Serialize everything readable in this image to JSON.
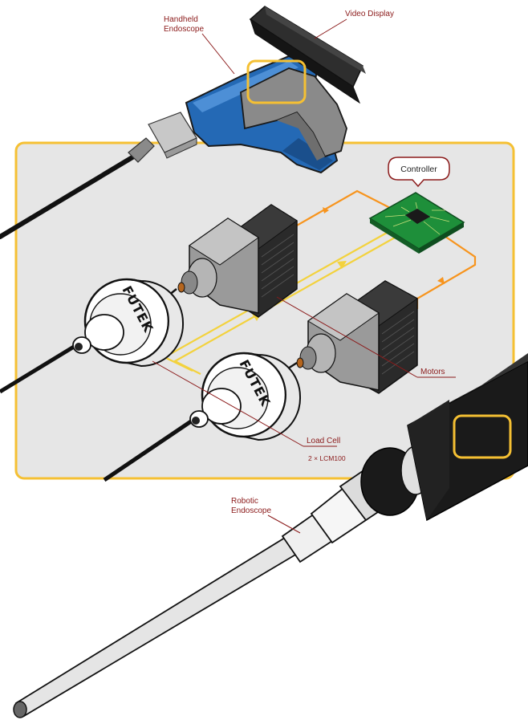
{
  "labels": {
    "handheld_line1": "Handheld",
    "handheld_line2": "Endoscope",
    "video_display": "Video Display",
    "controller": "Controller",
    "motors": "Motors",
    "load_cell": "Load Cell",
    "load_cell_model": "2 × LCM100",
    "robotic_line1": "Robotic",
    "robotic_line2": "Endoscope",
    "brand": "FUTEK"
  },
  "colors": {
    "highlight": "#f5c033",
    "signal": "#f7941d",
    "signal_alt": "#f3d23d",
    "label_red": "#8b1a1a",
    "panel_bg": "#e6e6e6",
    "endoscope_blue": "#2469b5",
    "pcb_green": "#1e8f3a"
  }
}
